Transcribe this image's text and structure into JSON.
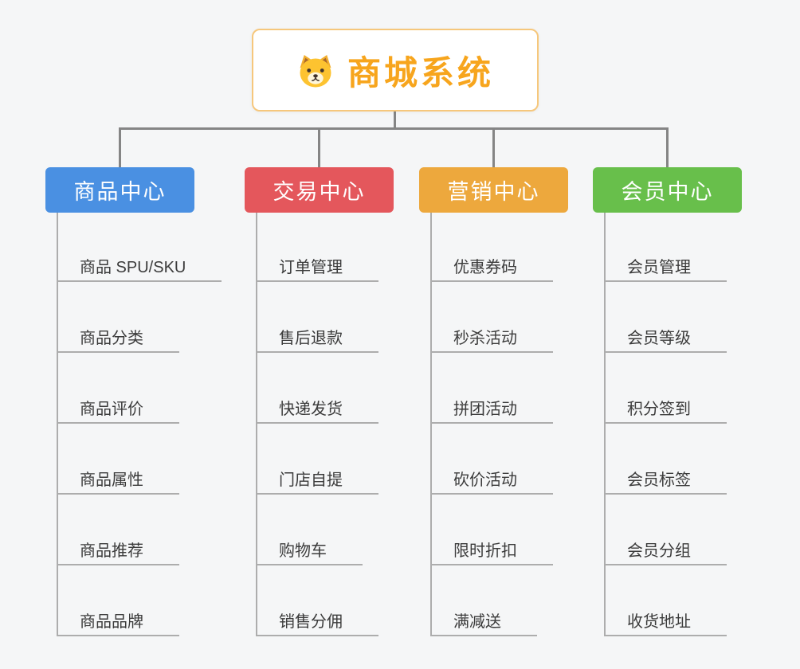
{
  "root": {
    "title": "商城系统",
    "icon": "dog-face-icon",
    "title_color": "#f7a51d",
    "border_color": "#f6c77c",
    "background": "#ffffff"
  },
  "branches": [
    {
      "label": "商品中心",
      "color": "#4a90e2",
      "items": [
        "商品 SPU/SKU",
        "商品分类",
        "商品评价",
        "商品属性",
        "商品推荐",
        "商品品牌"
      ]
    },
    {
      "label": "交易中心",
      "color": "#e4575c",
      "items": [
        "订单管理",
        "售后退款",
        "快递发货",
        "门店自提",
        "购物车",
        "销售分佣"
      ]
    },
    {
      "label": "营销中心",
      "color": "#eda83d",
      "items": [
        "优惠券码",
        "秒杀活动",
        "拼团活动",
        "砍价活动",
        "限时折扣",
        "满减送"
      ]
    },
    {
      "label": "会员中心",
      "color": "#68bf4b",
      "items": [
        "会员管理",
        "会员等级",
        "积分签到",
        "会员标签",
        "会员分组",
        "收货地址"
      ]
    }
  ],
  "canvas": {
    "background": "#f5f6f7",
    "connector_color": "#858585",
    "leaf_line_color": "#adadad",
    "leaf_text_color": "#3b3b3b"
  }
}
